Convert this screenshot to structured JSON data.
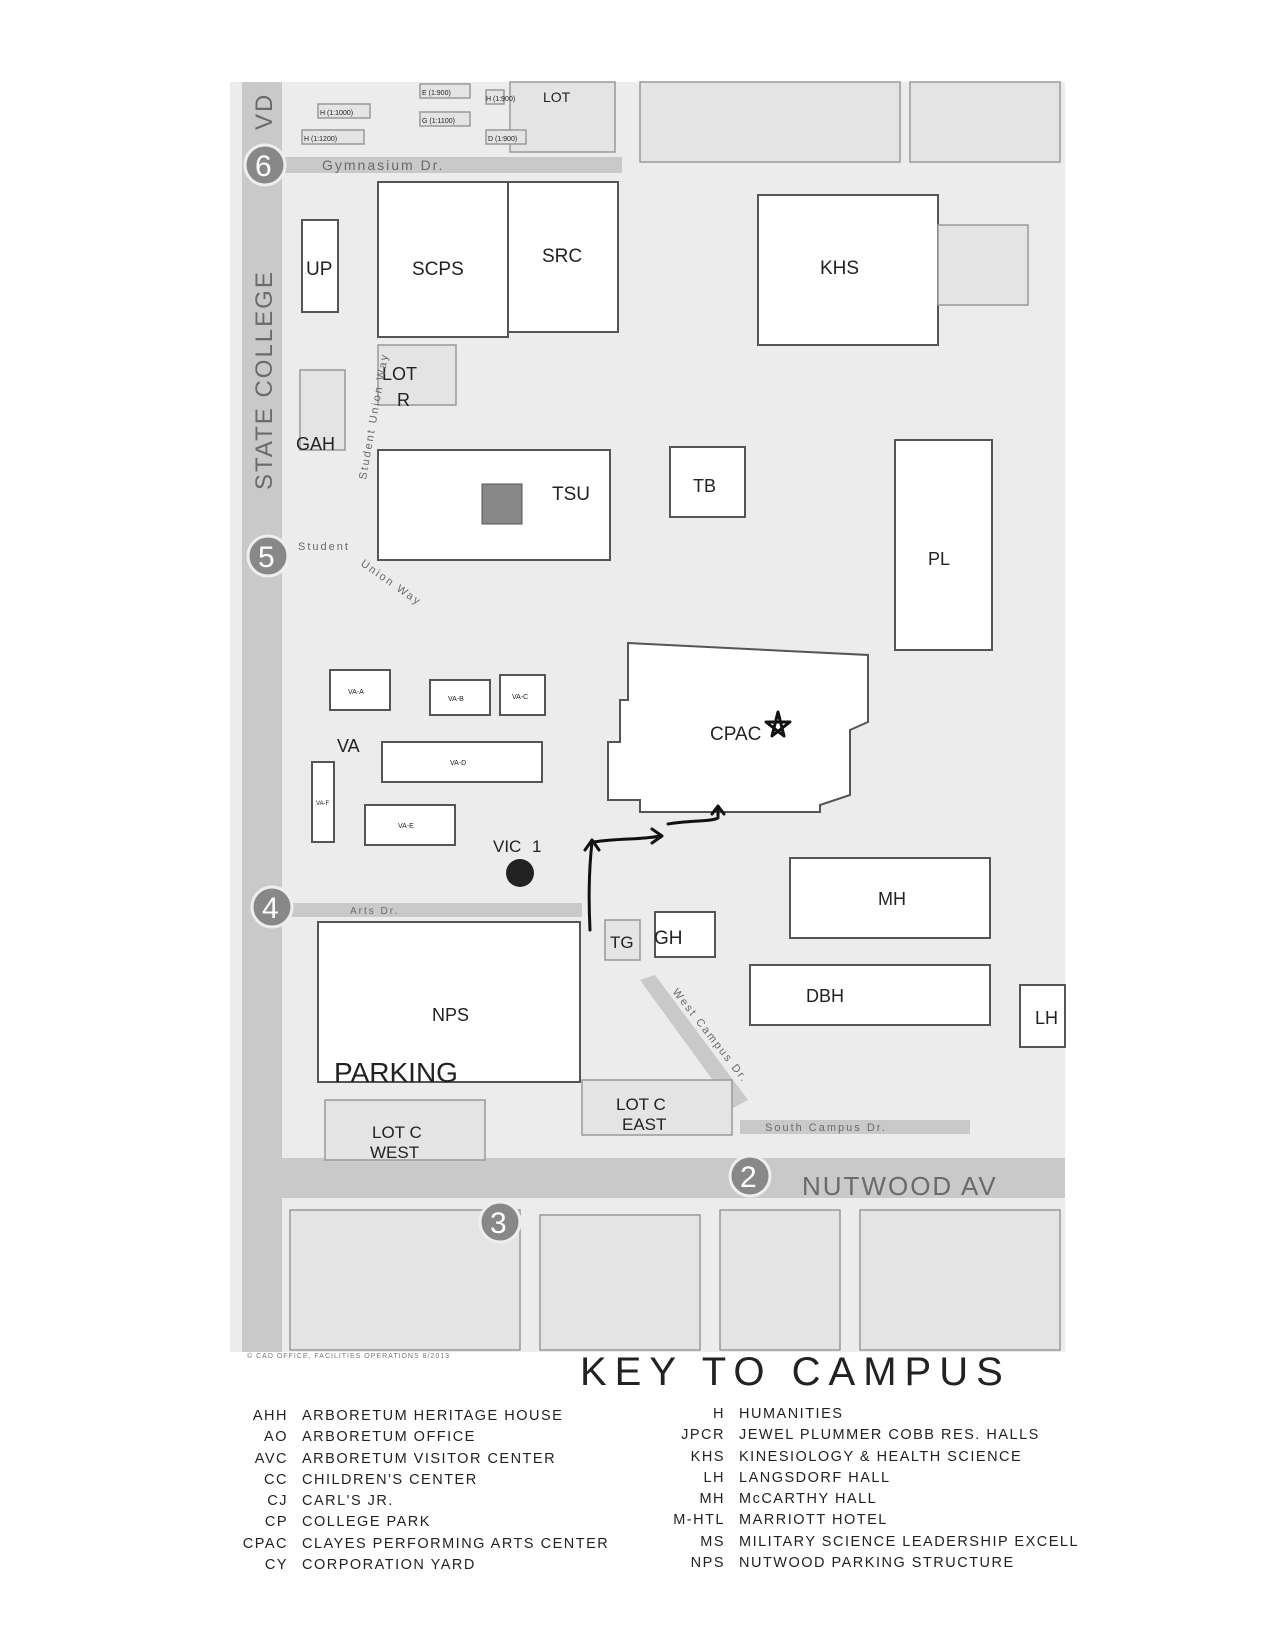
{
  "map": {
    "road_labels": {
      "state_college": "STATE COLLEGE",
      "state_college_end": "VD",
      "nutwood": "NUTWOOD AV",
      "gymnasium": "Gymnasium Dr.",
      "student_union_way": "Student Union Way",
      "student": "Student",
      "union_way": "Union Way",
      "arts_dr": "Arts Dr.",
      "west_campus": "West Campus Dr.",
      "south_campus": "South Campus Dr."
    },
    "gates": [
      "6",
      "5",
      "4",
      "3",
      "2"
    ],
    "buildings": {
      "lot_top": "LOT",
      "up": "UP",
      "scps": "SCPS",
      "src": "SRC",
      "khs": "KHS",
      "lot_r_1": "LOT",
      "lot_r_2": "R",
      "gah": "GAH",
      "tsu": "TSU",
      "tb": "TB",
      "pl": "PL",
      "cpac": "CPAC",
      "va": "VA",
      "va_a": "VA-A",
      "va_b": "VA-B",
      "va_c": "VA-C",
      "va_d": "VA-D",
      "va_e": "VA-E",
      "va_f": "VA-F",
      "vic": "VIC",
      "vic_num": "1",
      "mh": "MH",
      "tg": "TG",
      "gh": "GH",
      "dbh": "DBH",
      "lh": "LH",
      "nps": "NPS",
      "lot_c_west_1": "LOT C",
      "lot_c_west_2": "WEST",
      "lot_c_east_1": "LOT C",
      "lot_c_east_2": "EAST",
      "small_lots": [
        "E (1:900)",
        "H (1:1000)",
        "H (1:1200)",
        "G (1:1100)",
        "H (1:900)",
        "D (1:900)"
      ]
    },
    "handwritten": {
      "parking": "PARKING",
      "star_target": "CPAC"
    },
    "copyright": "© CAD OFFICE, FACILITIES OPERATIONS 8/2013"
  },
  "key": {
    "title": "KEY TO CAMPUS",
    "left": [
      {
        "abbr": "AHH",
        "name": "ARBORETUM HERITAGE HOUSE"
      },
      {
        "abbr": "AO",
        "name": "ARBORETUM OFFICE"
      },
      {
        "abbr": "AVC",
        "name": "ARBORETUM VISITOR CENTER"
      },
      {
        "abbr": "CC",
        "name": "CHILDREN'S CENTER"
      },
      {
        "abbr": "CJ",
        "name": "CARL'S JR."
      },
      {
        "abbr": "CP",
        "name": "COLLEGE PARK"
      },
      {
        "abbr": "CPAC",
        "name": "CLAYES PERFORMING ARTS CENTER"
      },
      {
        "abbr": "CY",
        "name": "CORPORATION YARD"
      }
    ],
    "right": [
      {
        "abbr": "H",
        "name": "HUMANITIES"
      },
      {
        "abbr": "JPCR",
        "name": "JEWEL PLUMMER COBB RES. HALLS"
      },
      {
        "abbr": "KHS",
        "name": "KINESIOLOGY & HEALTH SCIENCE"
      },
      {
        "abbr": "LH",
        "name": "LANGSDORF HALL"
      },
      {
        "abbr": "MH",
        "name": "McCARTHY HALL"
      },
      {
        "abbr": "M-HTL",
        "name": "MARRIOTT HOTEL"
      },
      {
        "abbr": "MS",
        "name": "MILITARY SCIENCE LEADERSHIP EXCELL"
      },
      {
        "abbr": "NPS",
        "name": "NUTWOOD PARKING STRUCTURE"
      }
    ]
  }
}
